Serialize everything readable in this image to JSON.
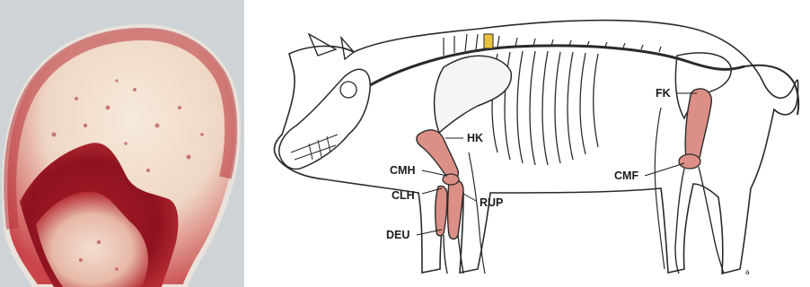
{
  "photo": {
    "subject": "bone-cross-section-photo",
    "colors": {
      "background": "#cdd3d6",
      "tissue": "#f4e6d6",
      "marrow": "#b0222b",
      "dark_marrow": "#8e1220"
    }
  },
  "diagram": {
    "subject": "pig-skeleton-illustration",
    "colors": {
      "outline": "#2a2a2a",
      "bone_highlight": "#dc8f86",
      "vertebra_highlight": "#e8c23a"
    },
    "labels": {
      "hk": "HK",
      "fk": "FK",
      "cmh": "CMH",
      "clh": "CLH",
      "rup": "RUP",
      "cmf": "CMF",
      "deu": "DEU"
    },
    "corner_mark": "a"
  }
}
